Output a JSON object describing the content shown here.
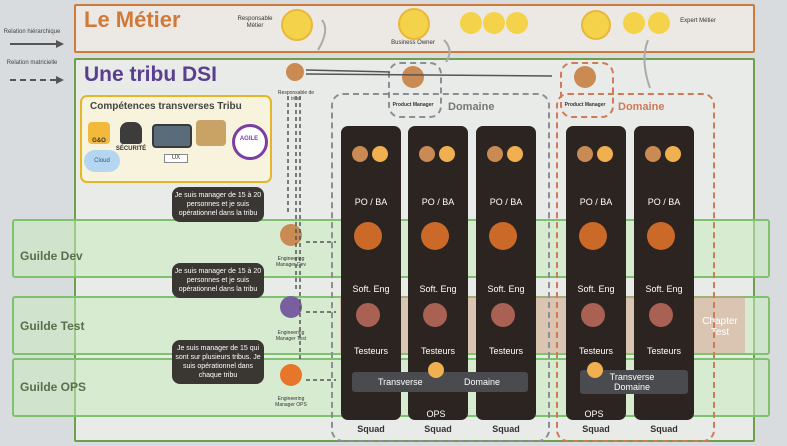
{
  "legend": {
    "hierarchique": "Relation hiérarchique",
    "matricielle": "Relation matricielle"
  },
  "metier": {
    "title": "Le Métier",
    "responsable": "Responsable Métier",
    "business_owner": "Business Owner",
    "expert": "Expert Métier"
  },
  "tribu": {
    "title": "Une tribu DSI",
    "responsable": "Responsable de tribu"
  },
  "competences": {
    "title": "Compétences transverses Tribu",
    "items": [
      "G&O",
      "SÉCURITÉ",
      "UX",
      "AGILE",
      "Cloud"
    ]
  },
  "guildes": [
    "Guilde Dev",
    "Guilde Test",
    "Guilde OPS"
  ],
  "bubbles": [
    "Je suis manager de 15 à 20 personnes et je suis opérationnel dans la tribu",
    "Je suis manager de 15 à 20 personnes et je suis opérationnel dans la tribu",
    "Je suis manager de 15 qui sont sur plusieurs tribus. Je suis opérationnel dans chaque tribu"
  ],
  "managers": [
    "Engineering Manager Dev",
    "Engineering Manager Test",
    "Engineering Manager OPS"
  ],
  "domains": {
    "product_manager": "Product Manager",
    "domaine": "Domaine"
  },
  "squad": {
    "po_ba": "PO / BA",
    "soft_eng": "Soft. Eng",
    "testeurs": "Testeurs",
    "ops": "OPS",
    "label": "Squad"
  },
  "transverse": {
    "a": "Transverse",
    "b": "Domaine",
    "c": "Transverse Domaine"
  },
  "chapter": "Chapter Test",
  "colors": {
    "orange": "#d07a3a",
    "green": "#6e9f4a",
    "purple": "#5a3f8f",
    "squad": "#2c2420"
  }
}
